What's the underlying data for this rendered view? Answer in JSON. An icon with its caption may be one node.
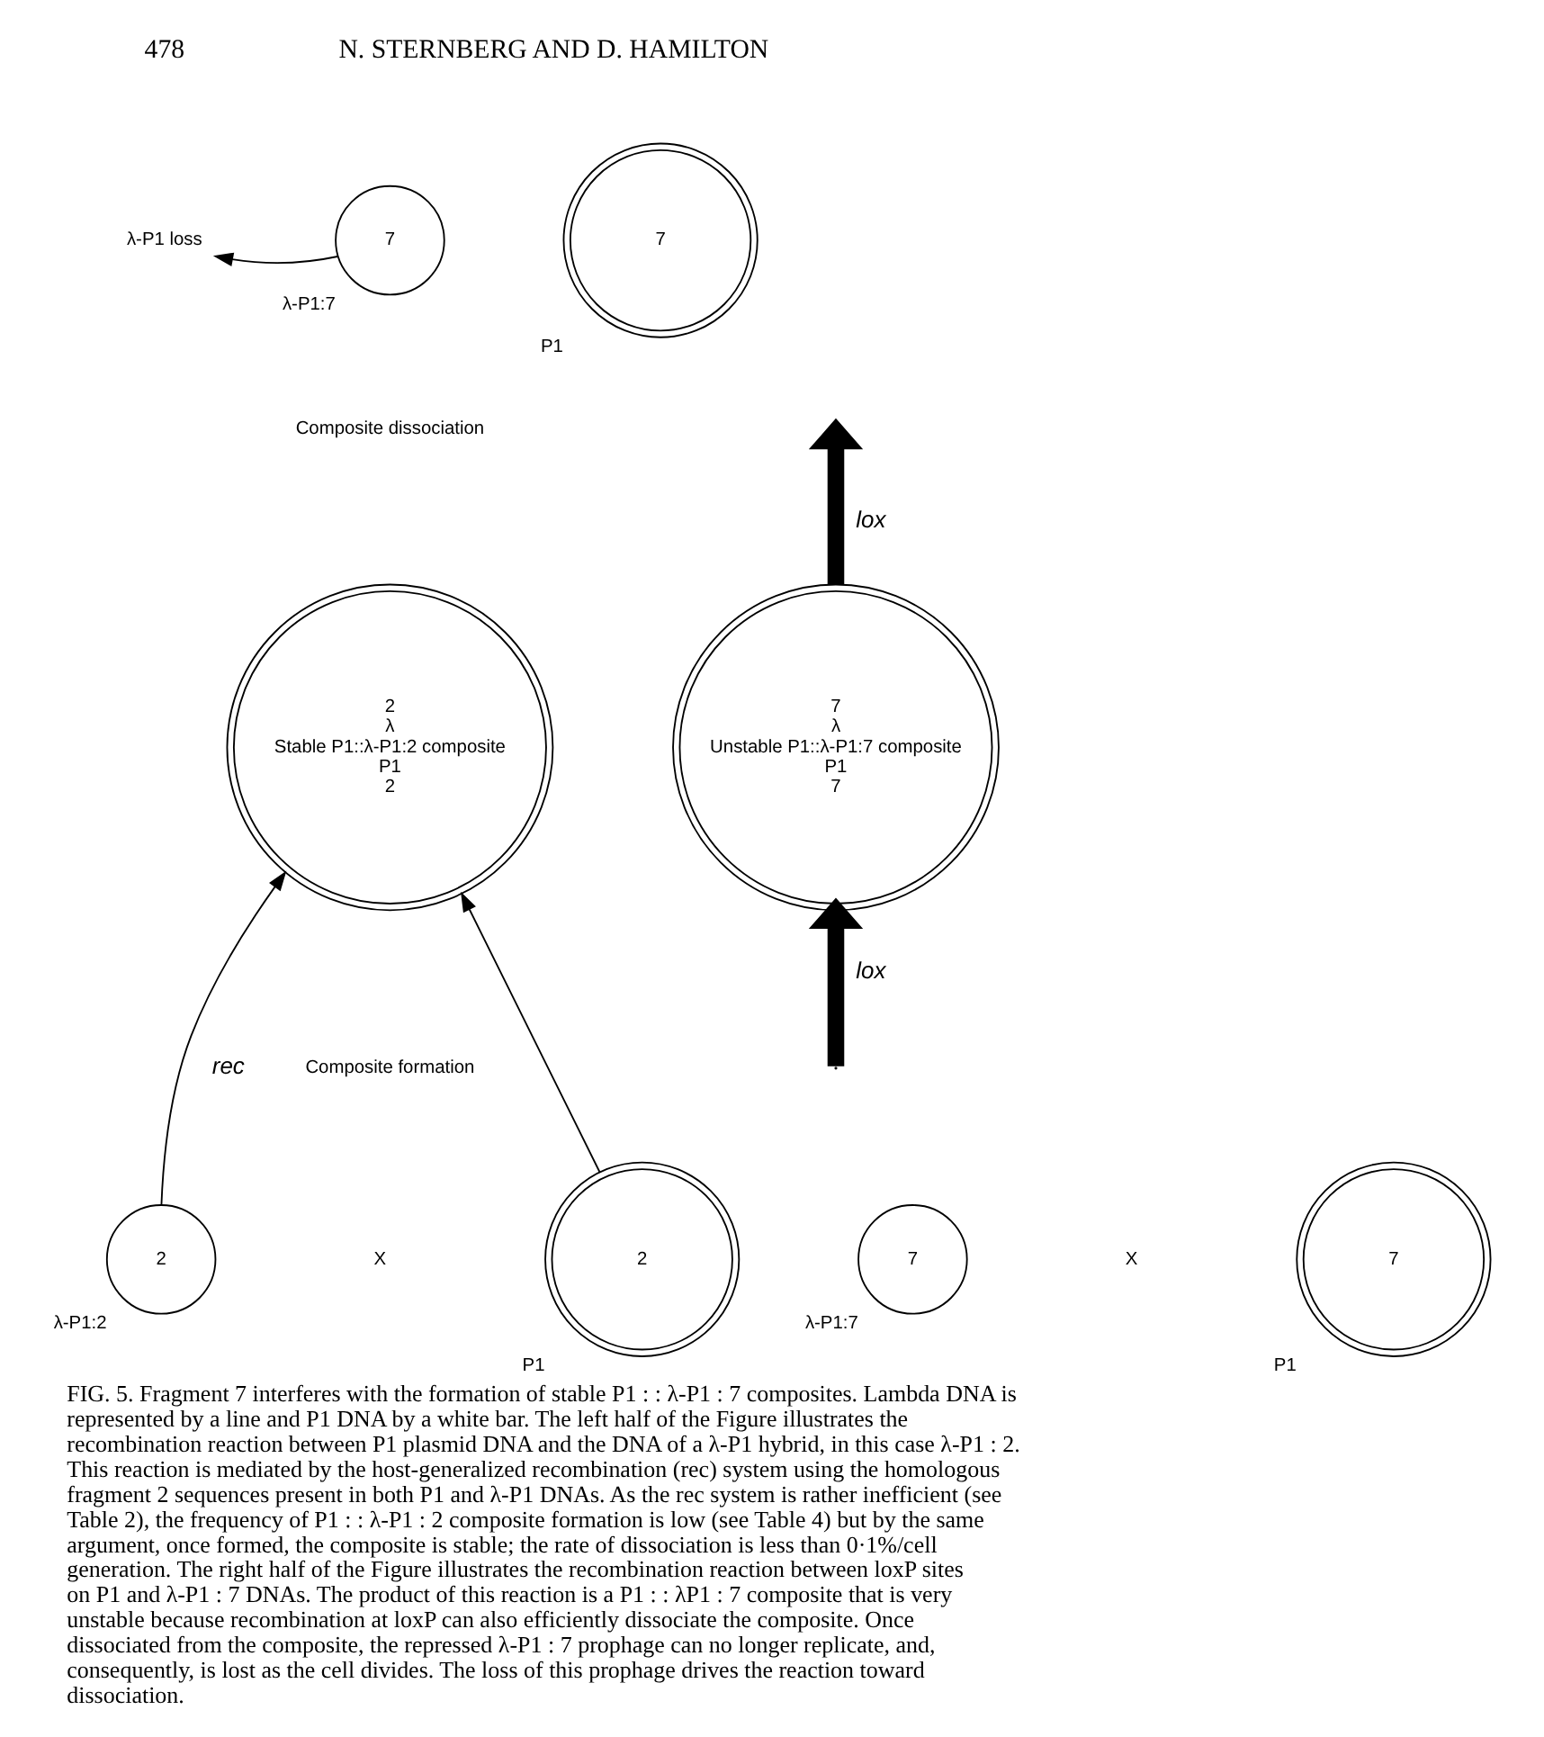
{
  "diagram": {
    "caption": "FIG. 5. Fragment 7 interferes with the formation of stable P1 : : λ-P1 : 7 composites. Lambda DNA is represented by a line and P1 DNA by a white bar. The left half of the Figure illustrates the recombination reaction between P1 plasmid DNA and the DNA of a λ-P1 hybrid, in this case λ-P1 : 2. This reaction is mediated by the host-generalized recombination (rec) system using the homologous fragment 2 sequences present in both P1 and λ-P1 DNAs. As the rec system is rather inefficient (see Table 2), the frequency of P1 : : λ-P1 : 2 composite formation is low (see Table 4) but by the same argument, once formed, the composite is stable; the rate of dissociation is less than 0·1%/cell generation. The right half of the Figure illustrates the recombination reaction between loxP sites on P1 and λ-P1 : 7 DNAs. The product of this reaction is a P1 : : λP1 : 7 composite that is very unstable because recombination at loxP can also efficiently dissociate the composite. Once dissociated from the composite, the repressed λ-P1 : 7 prophage can no longer replicate, and, consequently, is lost as the cell divides. The loss of this prophage drives the reaction toward dissociation.",
    "nodes": [
      {
        "text": [
          "λ-P1 loss"
        ]
      },
      {
        "text": [
          "7"
        ],
        "beside": [
          "λ-P1:7"
        ]
      },
      {
        "text": [
          "7"
        ],
        "beside": [
          "P1"
        ]
      },
      {
        "text": [
          "2",
          "λ",
          "Stable P1::λ-P1:2 composite",
          "P1",
          "2"
        ]
      },
      {
        "text": [
          "7",
          "λ",
          "Unstable P1::λ-P1:7 composite",
          "P1",
          "7"
        ]
      },
      {
        "text": [
          "2"
        ],
        "beside": [
          "λ-P1:2"
        ]
      },
      {
        "text": [
          "2"
        ],
        "beside": [
          "P1"
        ]
      },
      {
        "text": [
          "7"
        ],
        "beside": [
          "λ-P1:7"
        ]
      },
      {
        "text": [
          "7"
        ],
        "beside": [
          "P1"
        ]
      }
    ],
    "edges": [
      {
        "from": 1,
        "to": 0,
        "arrow": "to"
      },
      {
        "from": null,
        "to": 4,
        "arrow": "to",
        "label": "lox",
        "style": "thick"
      },
      {
        "from": 5,
        "to": 3,
        "arrow": "to",
        "label": "rec"
      },
      {
        "from": 6,
        "to": 3,
        "arrow": "to"
      },
      {
        "from": 4,
        "to": null,
        "arrow": "to",
        "label": "lox",
        "style": "thick"
      }
    ],
    "labels": [
      "478",
      "N. STERNBERG AND D. HAMILTON",
      "Composite dissociation",
      "Composite formation",
      "X",
      "X"
    ]
  }
}
